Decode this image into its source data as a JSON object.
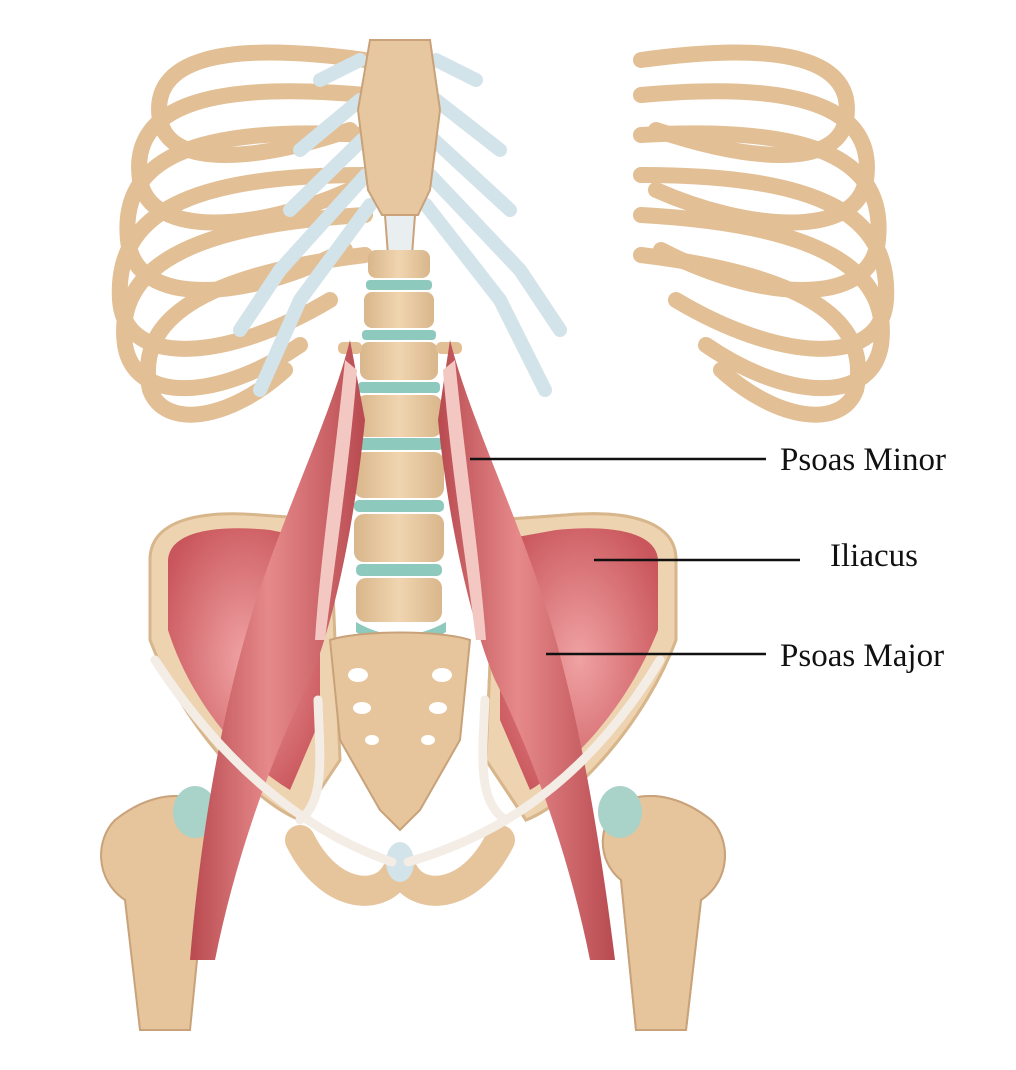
{
  "labels": {
    "psoas_minor": "Psoas Minor",
    "iliacus": "Iliacus",
    "psoas_major": "Psoas Major"
  },
  "colors": {
    "bone": "#e8c9a0",
    "bone_shadow": "#c9a27a",
    "cartilage": "#d6e4ea",
    "disc": "#8ec9bd",
    "muscle": "#c8595d",
    "muscle_light": "#e38b8c",
    "ligament": "#f2ede6",
    "leader_line": "#111111"
  }
}
